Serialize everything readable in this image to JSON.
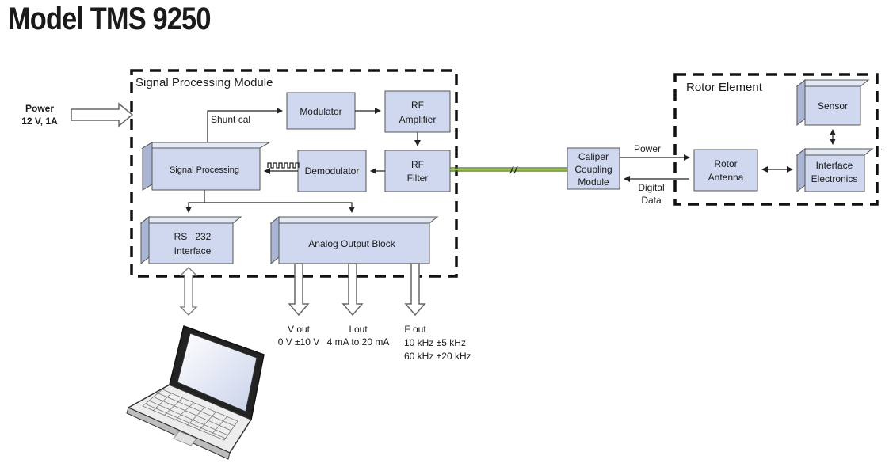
{
  "title": "Model TMS 9250",
  "power_input": {
    "line1": "Power",
    "line2": "12 V, 1A"
  },
  "signal_processing_module": {
    "label": "Signal Processing Module",
    "blocks": {
      "modulator": "Modulator",
      "rf_amplifier": [
        "RF",
        "Amplifier"
      ],
      "rf_filter": [
        "RF",
        "Filter"
      ],
      "demodulator": "Demodulator",
      "signal_processing": "Signal Processing",
      "rs232": [
        "RS   232",
        "Interface"
      ],
      "analog_output": "Analog Output Block"
    },
    "shunt_cal": "Shunt cal"
  },
  "caliper": [
    "Caliper",
    "Coupling",
    "Module"
  ],
  "link_labels": {
    "power": "Power",
    "digital_data": [
      "Digital",
      "Data"
    ]
  },
  "rotor_element": {
    "label": "Rotor Element",
    "blocks": {
      "rotor_antenna": [
        "Rotor",
        "Antenna"
      ],
      "interface_electronics": [
        "Interface",
        "Electronics"
      ],
      "sensor": "Sensor"
    }
  },
  "outputs": {
    "vout": [
      "V out",
      "0 V ±10 V"
    ],
    "iout": [
      "I out",
      "4 mA to 20 mA"
    ],
    "fout": [
      "F out",
      "10 kHz ±5 kHz",
      "60 kHz ±20 kHz"
    ]
  },
  "colors": {
    "block_fill": "#cfd8ee",
    "block_top": "#e4e9f6",
    "block_side": "#a9b5d3",
    "cable_green": "#7fa33a"
  }
}
